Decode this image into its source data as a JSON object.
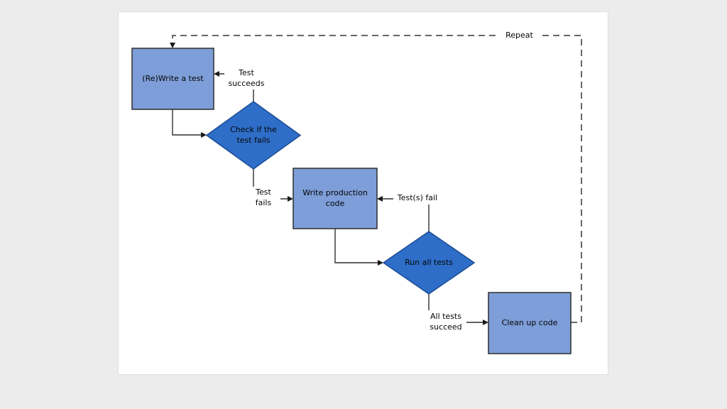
{
  "page": {
    "background_color": "#ececec",
    "canvas_color": "#ffffff"
  },
  "colors": {
    "rect_fill": "#7d9ed8",
    "rect_border": "#2f2f2f",
    "diamond_fill": "#2e6ec8",
    "diamond_border": "#1d4c94",
    "line": "#2f2f2f",
    "dashed_line": "#666666",
    "label_text": "#050505"
  },
  "diagram": {
    "title": "Test-driven development cycle flowchart",
    "nodes": [
      {
        "id": "rewrite-test",
        "type": "rect",
        "label": "(Re)Write a test"
      },
      {
        "id": "check-fail",
        "type": "diamond",
        "label": "Check if the\ntest fails"
      },
      {
        "id": "write-code",
        "type": "rect",
        "label": "Write production\ncode"
      },
      {
        "id": "run-tests",
        "type": "diamond",
        "label": "Run all tests"
      },
      {
        "id": "clean-up",
        "type": "rect",
        "label": "Clean up code"
      }
    ],
    "edge_labels": [
      {
        "id": "test-succeeds",
        "label": "Test\nsucceeds"
      },
      {
        "id": "test-fails",
        "label": "Test\nfails"
      },
      {
        "id": "tests-fail",
        "label": "Test(s) fail"
      },
      {
        "id": "all-tests-succeed",
        "label": "All tests\nsucceed"
      },
      {
        "id": "repeat",
        "label": "Repeat"
      }
    ]
  }
}
